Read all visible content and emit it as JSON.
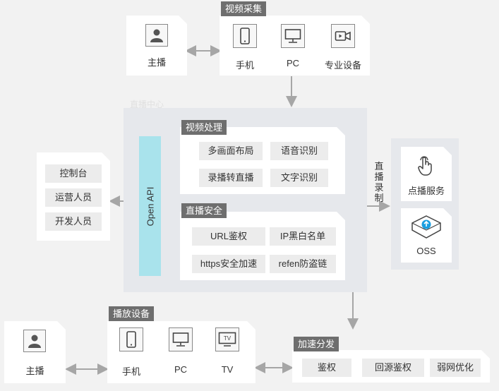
{
  "video_capture": {
    "title": "视频采集",
    "phone": "手机",
    "pc": "PC",
    "pro_device": "专业设备"
  },
  "anchor_top": "主播",
  "faded_label": "直播中心",
  "video_processing": {
    "title": "视频处理",
    "items": [
      "多画面布局",
      "语音识别",
      "录播转直播",
      "文字识别"
    ]
  },
  "live_security": {
    "title": "直播安全",
    "items": [
      "URL鉴权",
      "IP黑白名单",
      "https安全加速",
      "refen防盗链"
    ]
  },
  "open_api": "Open API",
  "consoles": [
    "控制台",
    "运营人员",
    "开发人员"
  ],
  "record_label": "直播录制",
  "storage": {
    "vod": "点播服务",
    "oss": "OSS"
  },
  "playback": {
    "title": "播放设备",
    "phone": "手机",
    "pc": "PC",
    "tv": "TV",
    "tv_badge": "TV"
  },
  "anchor_bottom": "主播",
  "cdn": {
    "title": "加速分发",
    "items": [
      "鉴权",
      "回源鉴权",
      "弱网优化"
    ]
  },
  "colors": {
    "title_bg": "#6e6e6e",
    "panel_bg": "#e6e8ec",
    "chip_bg": "#ececec",
    "api_bar": "#a9e3ec",
    "arrow": "#a6a6a6",
    "oss_blue": "#1a9ee0"
  }
}
